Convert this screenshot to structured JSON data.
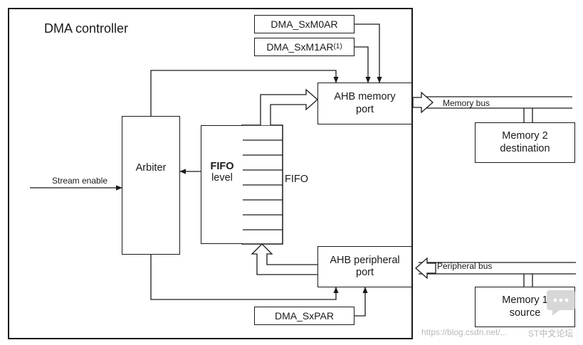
{
  "controller": {
    "title": "DMA controller"
  },
  "registers": {
    "m0ar": "DMA_SxM0AR",
    "m1ar": "DMA_SxM1AR",
    "m1ar_note": "(1)",
    "par": "DMA_SxPAR"
  },
  "blocks": {
    "arbiter": "Arbiter",
    "fifo_level_bold": "FIFO",
    "fifo_level_sub": "level",
    "fifo": "FIFO",
    "ahb_memory_line1": "AHB memory",
    "ahb_memory_line2": "port",
    "ahb_peripheral_line1": "AHB peripheral",
    "ahb_peripheral_line2": "port",
    "memory2_line1": "Memory 2",
    "memory2_line2": "destination",
    "memory1_line1": "Memory 1",
    "memory1_line2": "source"
  },
  "signals": {
    "stream_enable": "Stream enable",
    "memory_bus": "Memory bus",
    "peripheral_bus": "Peripheral bus"
  },
  "watermark": {
    "text": "https://blog.csdn.net/...",
    "brand": "ST中文论坛"
  },
  "colors": {
    "line": "#1a1a1a",
    "watermark": "#b8b8b8"
  }
}
